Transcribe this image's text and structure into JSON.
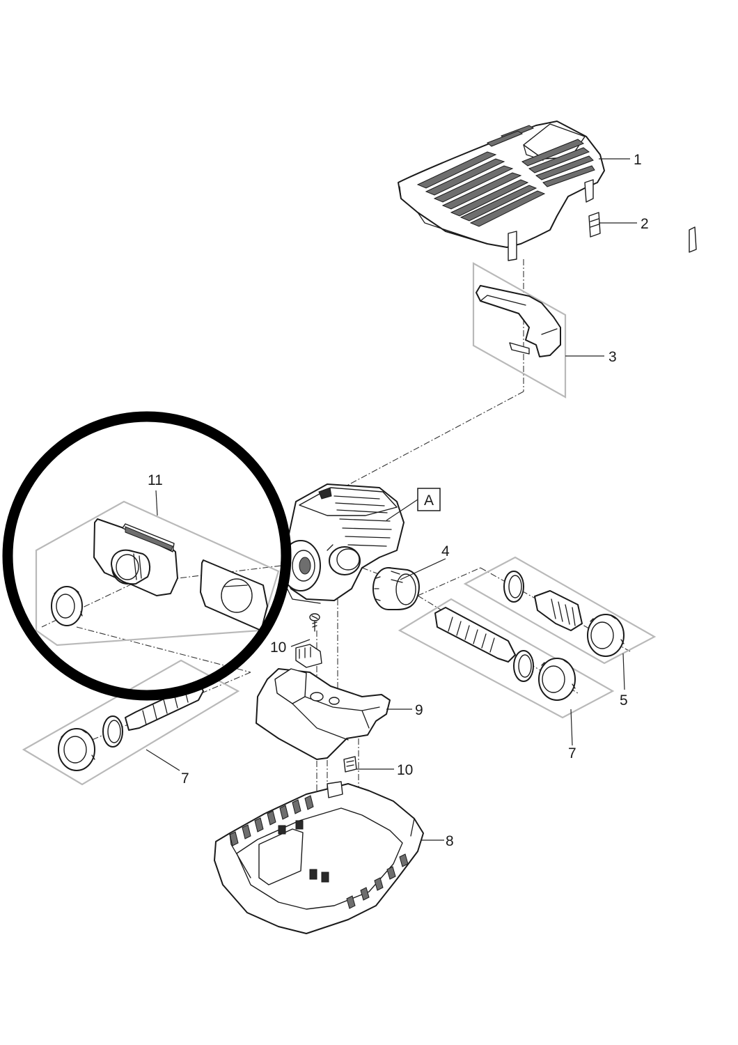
{
  "callouts": [
    {
      "id": "c1",
      "text": "1"
    },
    {
      "id": "c2",
      "text": "2"
    },
    {
      "id": "c3",
      "text": "3"
    },
    {
      "id": "c4",
      "text": "4"
    },
    {
      "id": "c5",
      "text": "5"
    },
    {
      "id": "c7a",
      "text": "7"
    },
    {
      "id": "c7b",
      "text": "7"
    },
    {
      "id": "c8",
      "text": "8"
    },
    {
      "id": "c9",
      "text": "9"
    },
    {
      "id": "c10a",
      "text": "10"
    },
    {
      "id": "c10b",
      "text": "10"
    },
    {
      "id": "c11",
      "text": "11"
    }
  ],
  "box_label": "A"
}
